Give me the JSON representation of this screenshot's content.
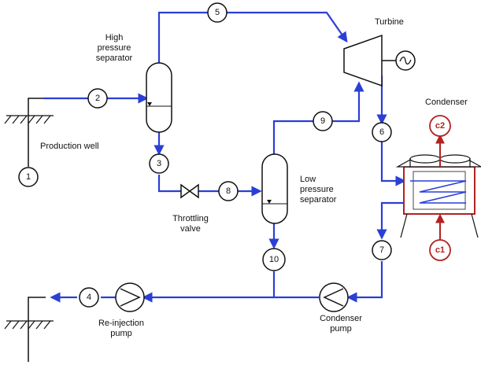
{
  "labels": {
    "production_well": "Production well",
    "high_pressure_separator": "High\npressure\nseparator",
    "turbine": "Turbine",
    "condenser": "Condenser",
    "low_pressure_separator": "Low\npressure\nseparator",
    "throttling_valve": "Throttling\nvalve",
    "reinjection_pump": "Re-injection\npump",
    "condenser_pump": "Condenser\npump"
  },
  "nodes": {
    "n1": "1",
    "n2": "2",
    "n3": "3",
    "n4": "4",
    "n5": "5",
    "n6": "6",
    "n7": "7",
    "n8": "8",
    "n9": "9",
    "n10": "10",
    "c1": "c1",
    "c2": "c2"
  },
  "colors": {
    "flow_line": "#2b3fd6",
    "cooling_loop": "#b22222",
    "equipment": "#111111"
  }
}
